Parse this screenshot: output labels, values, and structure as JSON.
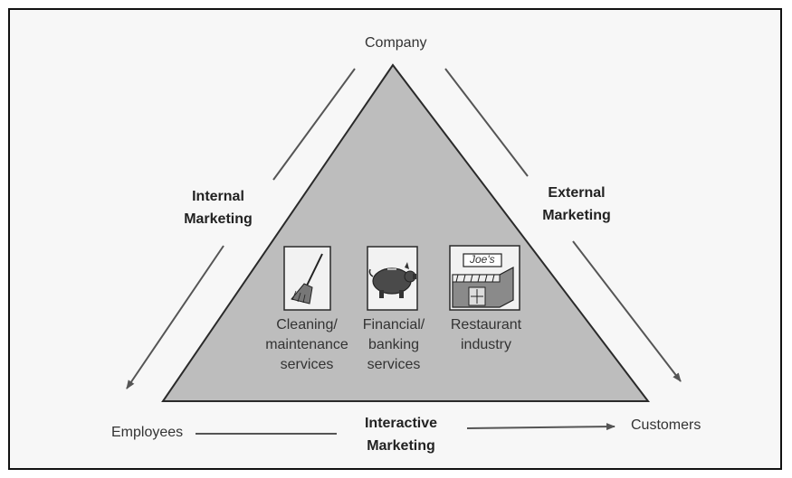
{
  "nodes": {
    "company": "Company",
    "employees": "Employees",
    "customers": "Customers"
  },
  "relations": {
    "internal": [
      "Internal",
      "Marketing"
    ],
    "external": [
      "External",
      "Marketing"
    ],
    "interactive": [
      "Interactive",
      "Marketing"
    ]
  },
  "services": [
    {
      "icon": "broom-icon",
      "lines": [
        "Cleaning/",
        "maintenance",
        "services"
      ]
    },
    {
      "icon": "piggy-bank-icon",
      "lines": [
        "Financial/",
        "banking",
        "services"
      ]
    },
    {
      "icon": "restaurant-icon",
      "sign": "Joe's",
      "lines": [
        "Restaurant",
        "industry"
      ]
    }
  ],
  "colors": {
    "triangle_fill": "#bdbdbd",
    "triangle_stroke": "#2a2a2a",
    "text": "#333333",
    "arrow": "#555555"
  }
}
